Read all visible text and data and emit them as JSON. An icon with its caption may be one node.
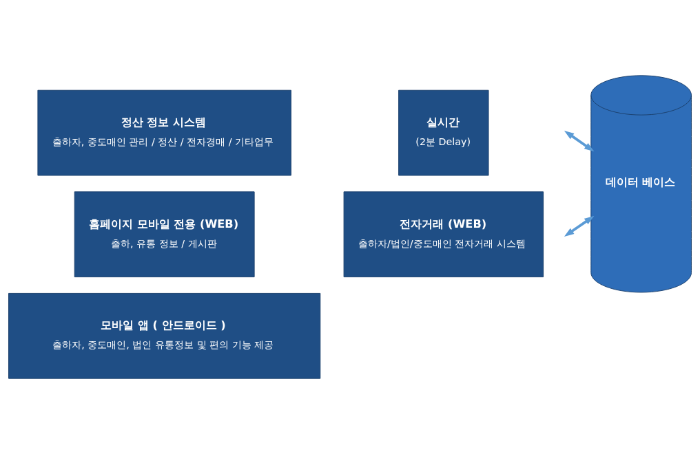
{
  "diagram": {
    "nodes": [
      {
        "text": [
          "정산 정보 시스템",
          "출하자, 중도매인 관리 / 정산 / 전자경매 / 기타업무"
        ]
      },
      {
        "text": [
          "실시간",
          "(2분 Delay)"
        ]
      },
      {
        "text": [
          "홈페이지 모바일 전용 (WEB)",
          "출하, 유통 정보 / 게시판"
        ]
      },
      {
        "text": [
          "전자거래 (WEB)",
          "출하자/법인/중도매인 전자거래 시스템"
        ]
      },
      {
        "text": [
          "모바일 앱 ( 안드로이드 )",
          "출하자, 중도매인, 법인 유통정보 및 편의 기능 제공"
        ]
      },
      {
        "text": [
          "데이터 베이스"
        ]
      }
    ],
    "edges": [
      {
        "from": null,
        "to": 5,
        "arrow": "both"
      },
      {
        "from": null,
        "to": 5,
        "arrow": "both"
      }
    ]
  }
}
